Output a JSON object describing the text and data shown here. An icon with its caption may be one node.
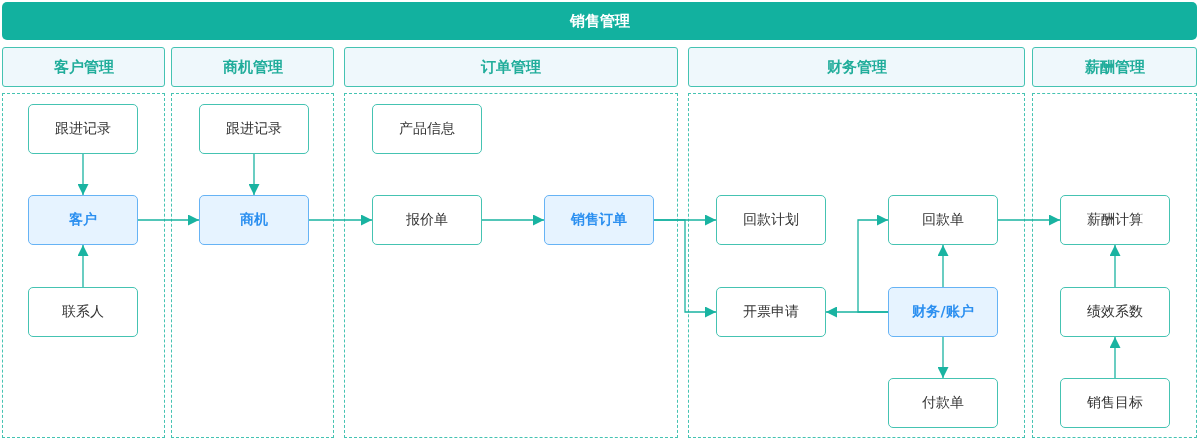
{
  "diagram": {
    "title": "销售管理",
    "nodes": [
      {
        "text": [
          "客户管理"
        ]
      },
      {
        "text": [
          "跟进记录"
        ],
        "in": 0
      },
      {
        "text": [
          "客户"
        ],
        "in": 0
      },
      {
        "text": [
          "联系人"
        ],
        "in": 0
      },
      {
        "text": [
          "商机管理"
        ]
      },
      {
        "text": [
          "跟进记录"
        ],
        "in": 4
      },
      {
        "text": [
          "商机"
        ],
        "in": 4
      },
      {
        "text": [
          "订单管理"
        ]
      },
      {
        "text": [
          "产品信息"
        ],
        "in": 7
      },
      {
        "text": [
          "报价单"
        ],
        "in": 7
      },
      {
        "text": [
          "销售订单"
        ],
        "in": 7
      },
      {
        "text": [
          "财务管理"
        ]
      },
      {
        "text": [
          "回款计划"
        ],
        "in": 11
      },
      {
        "text": [
          "回款单"
        ],
        "in": 11
      },
      {
        "text": [
          "开票申请"
        ],
        "in": 11
      },
      {
        "text": [
          "财务/账户"
        ],
        "in": 11
      },
      {
        "text": [
          "付款单"
        ],
        "in": 11
      },
      {
        "text": [
          "薪酬管理"
        ]
      },
      {
        "text": [
          "薪酬计算"
        ],
        "in": 17
      },
      {
        "text": [
          "绩效系数"
        ],
        "in": 17
      },
      {
        "text": [
          "销售目标"
        ],
        "in": 17
      }
    ],
    "edges": [
      {
        "from": 1,
        "to": 2,
        "arrow": "to"
      },
      {
        "from": 3,
        "to": 2,
        "arrow": "to"
      },
      {
        "from": 2,
        "to": 6,
        "arrow": "to"
      },
      {
        "from": 5,
        "to": 6,
        "arrow": "to"
      },
      {
        "from": 6,
        "to": 9,
        "arrow": "to"
      },
      {
        "from": 9,
        "to": 10,
        "arrow": "to"
      },
      {
        "from": 10,
        "to": 12,
        "arrow": "to"
      },
      {
        "from": 10,
        "to": 14,
        "arrow": "to"
      },
      {
        "from": 15,
        "to": 14,
        "arrow": "to"
      },
      {
        "from": 15,
        "to": 13,
        "arrow": "to"
      },
      {
        "from": 15,
        "to": 13,
        "arrow": "to"
      },
      {
        "from": 15,
        "to": 16,
        "arrow": "to"
      },
      {
        "from": 13,
        "to": 18,
        "arrow": "to"
      },
      {
        "from": 19,
        "to": 18,
        "arrow": "to"
      },
      {
        "from": 20,
        "to": 19,
        "arrow": "to"
      }
    ]
  }
}
